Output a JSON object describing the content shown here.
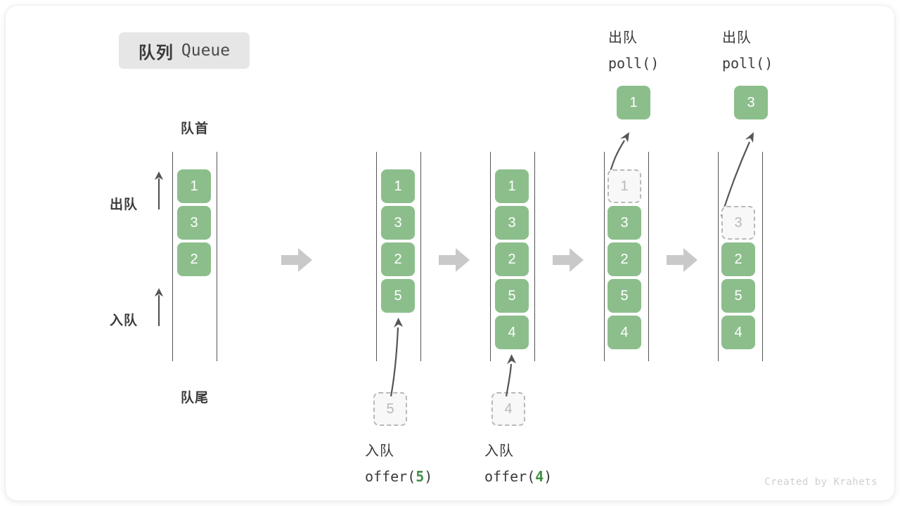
{
  "title": {
    "cn": "队列",
    "en": "Queue"
  },
  "labels": {
    "head": "队首",
    "tail": "队尾",
    "dequeue": "出队",
    "enqueue": "入队"
  },
  "watermark": "Created by Krahets",
  "colors": {
    "cell_fill": "#8cbe8c",
    "cell_text": "#ffffff",
    "ghost_fill": "#f8f8f8",
    "ghost_border": "#b9b9b9",
    "ghost_text": "#b9b9b9",
    "rail": "#555555",
    "arrow": "#555555",
    "step_arrow": "#c9c9c9",
    "accent_green": "#3e9141",
    "text": "#3b3b3b",
    "badge_bg": "#e6e6e6"
  },
  "steps": [
    {
      "id": "initial",
      "cells": [
        "1",
        "3",
        "2"
      ],
      "ghost_index": -1,
      "side_labels": {
        "top": "出队",
        "bottom": "入队"
      },
      "header": "队首",
      "footer": "队尾"
    },
    {
      "id": "offer-5",
      "cells": [
        "1",
        "3",
        "2",
        "5"
      ],
      "ghost_index": -1,
      "incoming": {
        "value": "5"
      },
      "caption": {
        "cn": "入队",
        "fn": "offer(",
        "arg": "5",
        "close": ")"
      }
    },
    {
      "id": "offer-4",
      "cells": [
        "1",
        "3",
        "2",
        "5",
        "4"
      ],
      "ghost_index": -1,
      "incoming": {
        "value": "4"
      },
      "caption": {
        "cn": "入队",
        "fn": "offer(",
        "arg": "4",
        "close": ")"
      }
    },
    {
      "id": "poll-1",
      "cells": [
        "1",
        "3",
        "2",
        "5",
        "4"
      ],
      "ghost_index": 0,
      "outgoing": {
        "value": "1"
      },
      "caption": {
        "cn": "出队",
        "fn": "poll()"
      }
    },
    {
      "id": "poll-3",
      "cells": [
        "3",
        "2",
        "5",
        "4"
      ],
      "ghost_index": 0,
      "ghost_row": 1,
      "outgoing": {
        "value": "3"
      },
      "caption": {
        "cn": "出队",
        "fn": "poll()"
      }
    }
  ],
  "step_arrows": [
    {
      "name": "step-arrow-1"
    },
    {
      "name": "step-arrow-2"
    },
    {
      "name": "step-arrow-3"
    },
    {
      "name": "step-arrow-4"
    }
  ]
}
